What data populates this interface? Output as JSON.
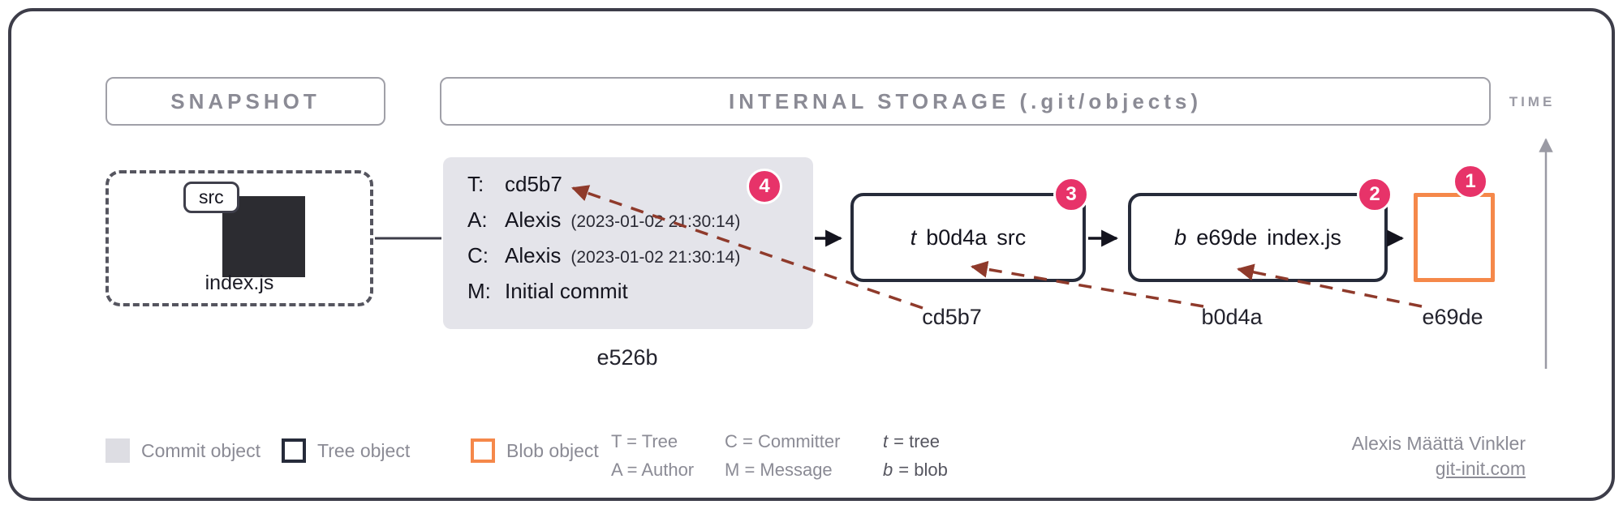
{
  "frame": {
    "snapshot_header": "SNAPSHOT",
    "storage_header": "INTERNAL STORAGE (.git/objects)",
    "time_label": "TIME"
  },
  "snapshot": {
    "folder_tag": "src",
    "file_name": "index.js"
  },
  "commit": {
    "badge": "4",
    "rows": [
      {
        "key": "T:",
        "value": "cd5b7",
        "time": ""
      },
      {
        "key": "A:",
        "value": "Alexis",
        "time": "(2023-01-02 21:30:14)"
      },
      {
        "key": "C:",
        "value": "Alexis",
        "time": "(2023-01-02 21:30:14)"
      },
      {
        "key": "M:",
        "value": "Initial commit",
        "time": ""
      }
    ],
    "hash_below": "e526b"
  },
  "tree": {
    "badge": "3",
    "type_letter": "t",
    "hash": "b0d4a",
    "name": "src"
  },
  "blob_ref": {
    "badge": "2",
    "type_letter": "b",
    "hash": "e69de",
    "name": "index.js"
  },
  "blob": {
    "badge": "1"
  },
  "pointer_labels": {
    "to_commit_tree": "cd5b7",
    "to_tree": "b0d4a",
    "to_blob": "e69de"
  },
  "legend": {
    "commit_label": "Commit object",
    "tree_label": "Tree object",
    "blob_label": "Blob object",
    "abbreviations": [
      {
        "line1": "T = Tree",
        "line2": "A = Author"
      },
      {
        "line1": "C = Committer",
        "line2": "M = Message"
      }
    ],
    "type_letters": [
      {
        "letter": "t",
        "rest": "= tree"
      },
      {
        "letter": "b",
        "rest": "= blob"
      }
    ]
  },
  "credits": {
    "author": "Alexis Määttä Vinkler",
    "website": "git-init.com"
  },
  "colors": {
    "badge-pink": "#e73369",
    "blob-orange": "#f5884a",
    "box-dark": "#262b3a",
    "commit-gray": "#e4e4ea",
    "pointer-red": "#8f3a2b",
    "muted-gray": "#8b8b95"
  }
}
